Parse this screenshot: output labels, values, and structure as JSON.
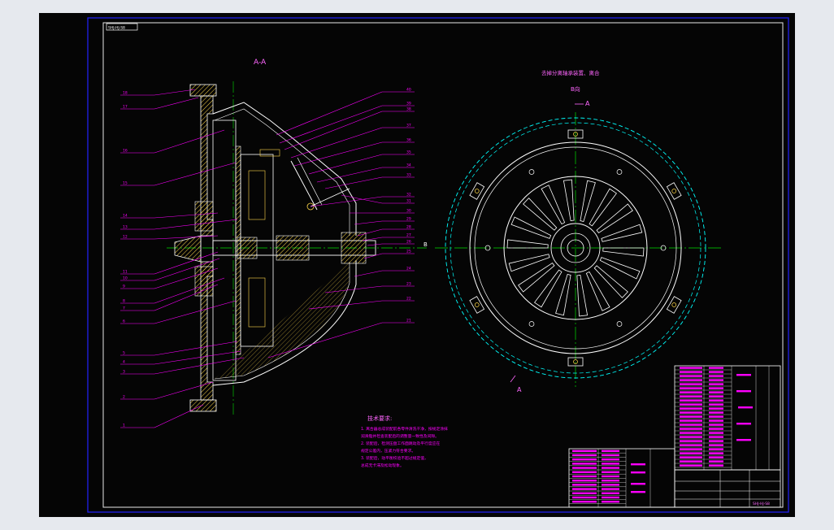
{
  "drawing": {
    "stamp": "SHJ-HJ-S8",
    "section_title": "A-A",
    "right_title": "去掉分离轴承装置、离合",
    "view_label": "B向",
    "cut_a_top": "A",
    "cut_a_bottom": "A",
    "cut_b": "B",
    "tech_title": "技术要求:",
    "tech_notes": [
      "1. 离合器总成装配前各零件清洗干净，按规定涂抹",
      "润滑脂并检查装配后的调整量一致性及间隙。",
      "2. 装配后，检测压盘工作面跳动及平行度应在",
      "规定公差内，压紧力符合要求。",
      "3. 装配后，动平衡校验不超过规定值，",
      "总成无卡滞及松动现象。"
    ],
    "part_numbers_left": [
      "18",
      "17",
      "16",
      "15",
      "14",
      "13",
      "12",
      "11",
      "10",
      "9",
      "8",
      "7",
      "6",
      "5",
      "4",
      "3",
      "2",
      "1"
    ],
    "part_numbers_right": [
      "40",
      "39",
      "38",
      "37",
      "36",
      "35",
      "34",
      "33",
      "32",
      "31",
      "30",
      "29",
      "28",
      "27",
      "26",
      "25",
      "24",
      "23",
      "22",
      "21"
    ],
    "title_block": {
      "drawing_no": "SHJ-HJ-S8"
    }
  },
  "colors": {
    "frame": "#0a0a0a",
    "border_outer": "#2222ff",
    "line_white": "#ffffff",
    "leader_magenta": "#ff00ff",
    "center_green": "#00dd00",
    "dash_cyan": "#00ffff",
    "hatch_yellow": "#ffd84a",
    "blue": "#6a6aff"
  }
}
